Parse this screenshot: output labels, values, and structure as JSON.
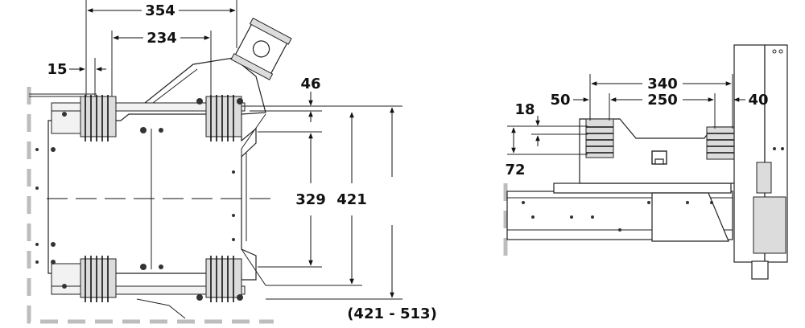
{
  "left_view": {
    "dimensions": {
      "d354": "354",
      "d234": "234",
      "d15": "15",
      "d46": "46",
      "d329": "329",
      "d421": "421",
      "d421_513": "(421 - 513)"
    }
  },
  "right_view": {
    "dimensions": {
      "d340": "340",
      "d250": "250",
      "d50": "50",
      "d40": "40",
      "d18": "18",
      "d72": "72"
    }
  }
}
